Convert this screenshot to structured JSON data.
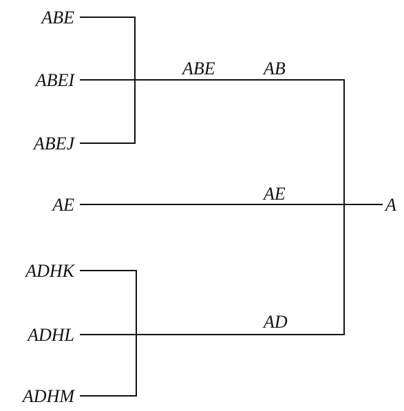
{
  "leaves": {
    "abe": "ABE",
    "abei": "ABEI",
    "abej": "ABEJ",
    "ae": "AE",
    "adhk": "ADHK",
    "adhl": "ADHL",
    "adhm": "ADHM"
  },
  "branches": {
    "abe_mid": "ABE",
    "ab": "AB",
    "ae_mid": "AE",
    "ad": "AD"
  },
  "root": "A"
}
